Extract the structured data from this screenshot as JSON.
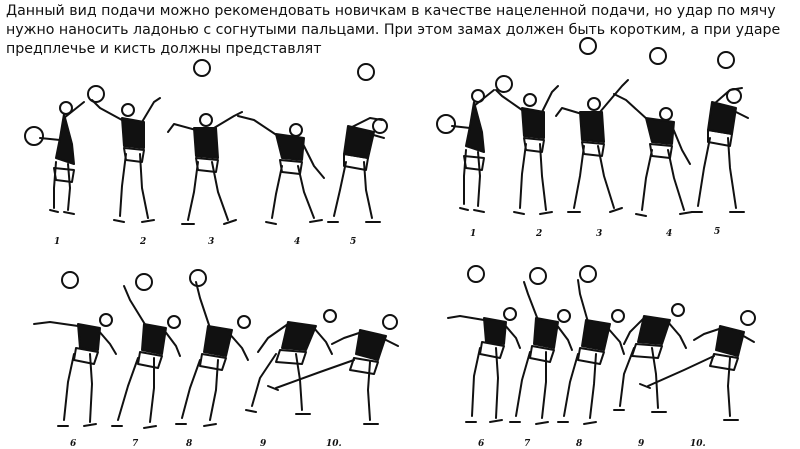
{
  "caption": "Данный вид подачи можно рекомендовать новичкам в качестве нацеленной подачи, но удар по мячу нужно наносить ладонью с согнутыми пальцами. При этом замах должен быть коротким, а при ударе предплечье и кисть должны представлят",
  "panels": [
    {
      "name": "top-left",
      "numbers": [
        "1",
        "2",
        "3",
        "4",
        "5"
      ]
    },
    {
      "name": "top-right",
      "numbers": [
        "1",
        "2",
        "3",
        "4",
        "5"
      ]
    },
    {
      "name": "bottom-left",
      "numbers": [
        "6",
        "7",
        "8",
        "9",
        "10."
      ]
    },
    {
      "name": "bottom-right",
      "numbers": [
        "6",
        "7",
        "8",
        "9",
        "10."
      ]
    }
  ],
  "colors": {
    "ink": "#111111",
    "background": "#ffffff"
  }
}
